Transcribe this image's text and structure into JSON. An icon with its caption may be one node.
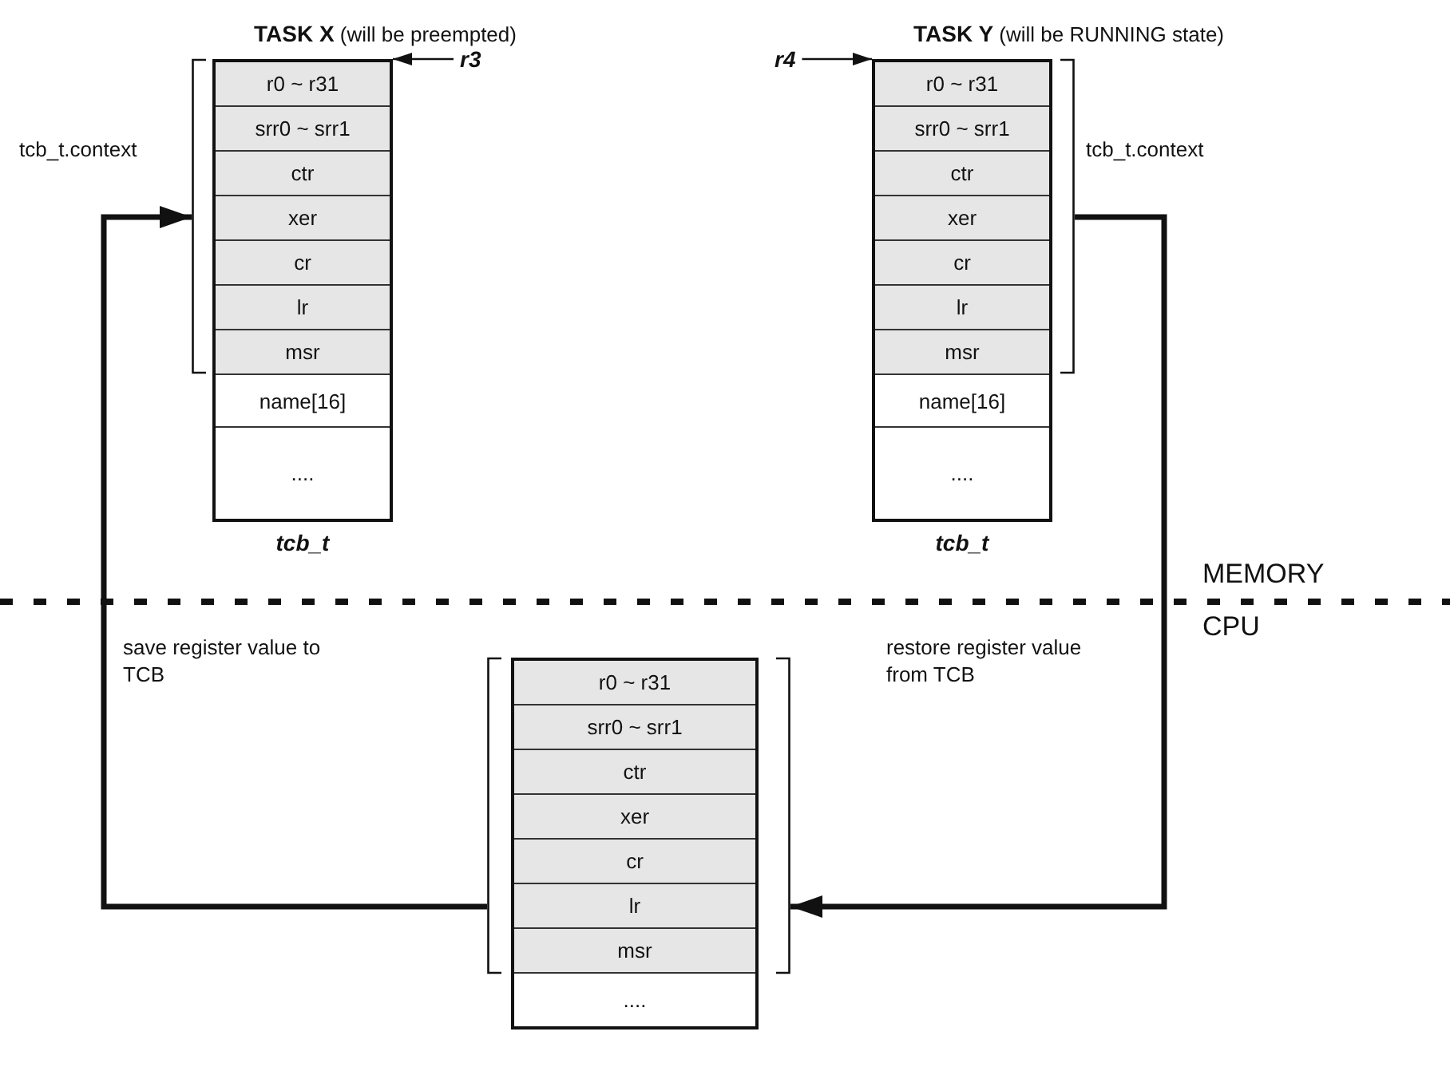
{
  "diagram": {
    "nodes": [
      {
        "text": [
          "**TASK X** (will be preempted)"
        ],
        "beside": [
          "tcb_t"
        ]
      },
      {
        "text": [
          "r0 ~ r31"
        ],
        "in": 0
      },
      {
        "text": [
          "srr0 ~ srr1"
        ],
        "in": 0
      },
      {
        "text": [
          "ctr"
        ],
        "in": 0
      },
      {
        "text": [
          "xer"
        ],
        "in": 0
      },
      {
        "text": [
          "cr"
        ],
        "in": 0
      },
      {
        "text": [
          "lr"
        ],
        "in": 0
      },
      {
        "text": [
          "msr"
        ],
        "in": 0
      },
      {
        "text": [
          "name[16]"
        ],
        "in": 0
      },
      {
        "text": [
          "...."
        ],
        "in": 0
      },
      {
        "text": [],
        "shape": "bracket",
        "beside": [
          "tcb_t.context"
        ]
      },
      {
        "text": [
          "r3"
        ]
      },
      {
        "text": [
          "**TASK Y** (will be RUNNING state)"
        ],
        "beside": [
          "tcb_t"
        ]
      },
      {
        "text": [
          "r0 ~ r31"
        ],
        "in": 12
      },
      {
        "text": [
          "srr0 ~ srr1"
        ],
        "in": 12
      },
      {
        "text": [
          "ctr"
        ],
        "in": 12
      },
      {
        "text": [
          "xer"
        ],
        "in": 12
      },
      {
        "text": [
          "cr"
        ],
        "in": 12
      },
      {
        "text": [
          "lr"
        ],
        "in": 12
      },
      {
        "text": [
          "msr"
        ],
        "in": 12
      },
      {
        "text": [
          "name[16]"
        ],
        "in": 12
      },
      {
        "text": [
          "...."
        ],
        "in": 12
      },
      {
        "text": [],
        "shape": "bracket",
        "beside": [
          "tcb_t.context"
        ]
      },
      {
        "text": [
          "r4"
        ]
      },
      {
        "text": [],
        "shape": "box"
      },
      {
        "text": [
          "r0 ~ r31"
        ],
        "in": 24
      },
      {
        "text": [
          "srr0 ~ srr1"
        ],
        "in": 24
      },
      {
        "text": [
          "ctr"
        ],
        "in": 24
      },
      {
        "text": [
          "xer"
        ],
        "in": 24
      },
      {
        "text": [
          "cr"
        ],
        "in": 24
      },
      {
        "text": [
          "lr"
        ],
        "in": 24
      },
      {
        "text": [
          "msr"
        ],
        "in": 24
      },
      {
        "text": [
          "...."
        ],
        "in": 24
      },
      {
        "text": [],
        "shape": "bracket"
      }
    ],
    "edges": [
      {
        "from": 11,
        "to": 0,
        "arrow": "to"
      },
      {
        "from": 23,
        "to": 12,
        "arrow": "to"
      },
      {
        "from": 33,
        "to": 10,
        "arrow": "to",
        "style": "thick",
        "label": "save register value to TCB"
      },
      {
        "from": 22,
        "to": 33,
        "arrow": "to",
        "style": "thick",
        "label": "restore register value from TCB"
      }
    ],
    "labels": [
      "MEMORY",
      "CPU"
    ]
  }
}
